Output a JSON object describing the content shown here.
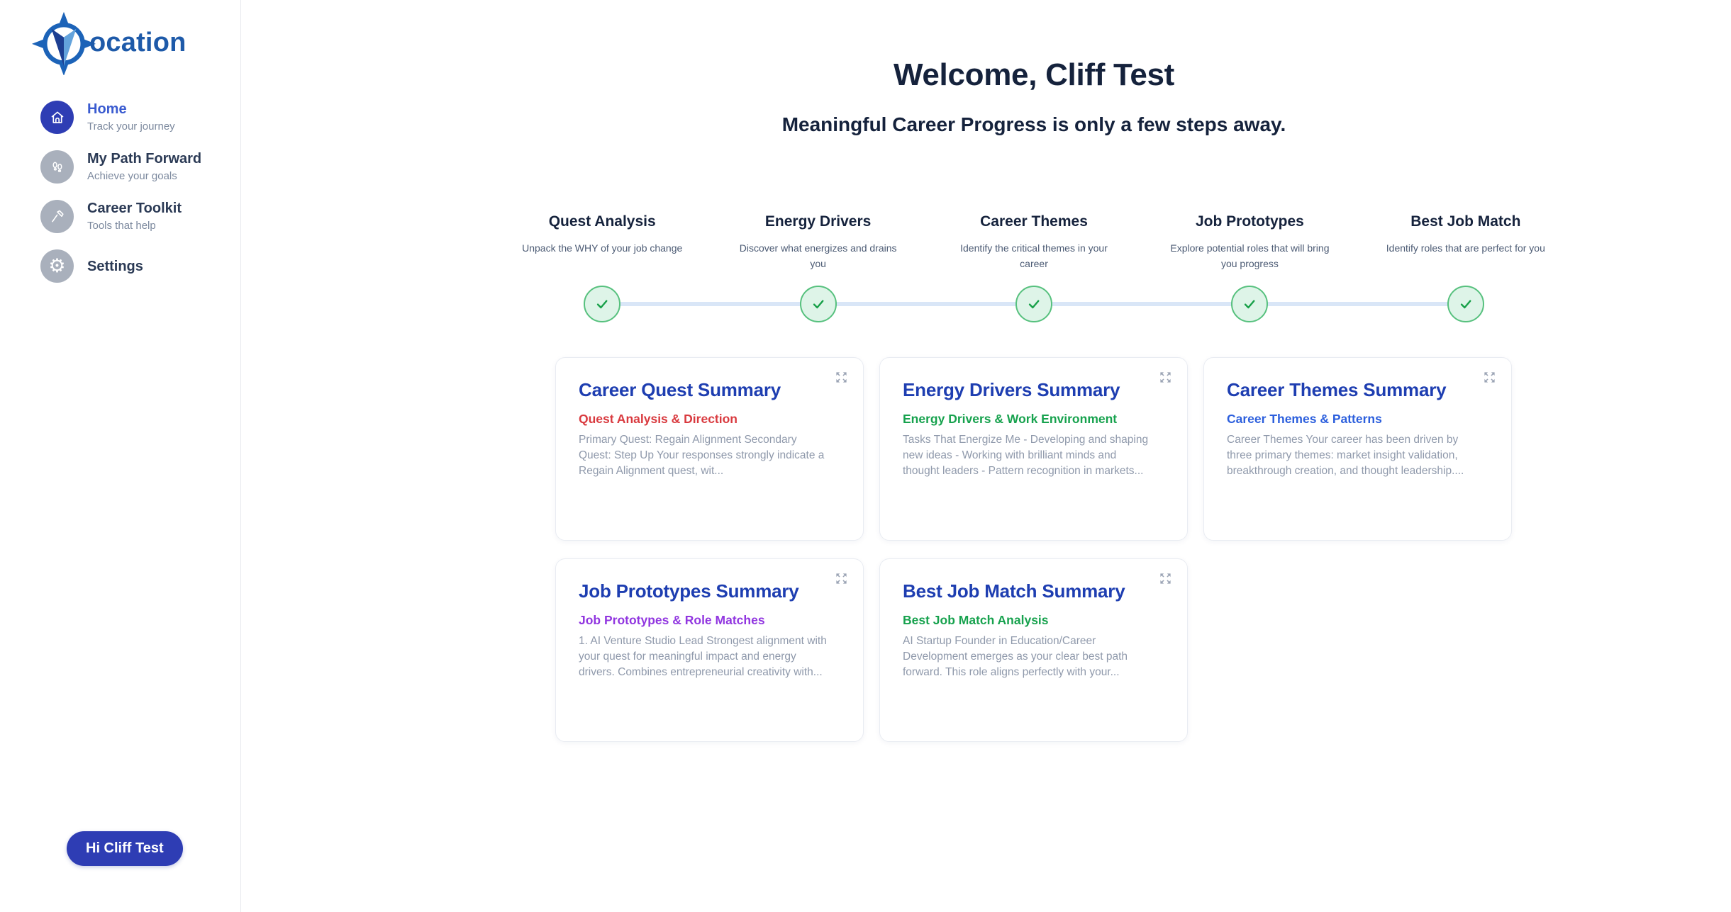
{
  "brand": {
    "wordmark_rest": "ocation",
    "logo_ring_color": "#1c63b8",
    "logo_needle_dark": "#1d3f92",
    "logo_needle_light": "#63a3dc",
    "wordmark_color": "#1e5aa9"
  },
  "sidebar": {
    "items": [
      {
        "label": "Home",
        "sublabel": "Track your journey",
        "icon": "home-icon",
        "active": true
      },
      {
        "label": "My Path Forward",
        "sublabel": "Achieve your goals",
        "icon": "footsteps-icon",
        "active": false
      },
      {
        "label": "Career Toolkit",
        "sublabel": "Tools that help",
        "icon": "hammer-icon",
        "active": false
      },
      {
        "label": "Settings",
        "sublabel": "",
        "icon": "gear-icon",
        "active": false
      }
    ],
    "user_button_label": "Hi Cliff Test"
  },
  "header": {
    "title": "Welcome, Cliff Test",
    "subtitle": "Meaningful Career Progress is only a few steps away."
  },
  "stepper": {
    "completed_count": 5,
    "steps": [
      {
        "title": "Quest Analysis",
        "description": "Unpack the WHY of your job change",
        "status": "complete"
      },
      {
        "title": "Energy Drivers",
        "description": "Discover what energizes and drains you",
        "status": "complete"
      },
      {
        "title": "Career Themes",
        "description": "Identify the critical themes in your career",
        "status": "complete"
      },
      {
        "title": "Job Prototypes",
        "description": "Explore potential roles that will bring you progress",
        "status": "complete"
      },
      {
        "title": "Best Job Match",
        "description": "Identify roles that are perfect for you",
        "status": "complete"
      }
    ]
  },
  "cards": [
    {
      "title": "Career Quest Summary",
      "subtitle": "Quest Analysis & Direction",
      "subtitle_color": "#d93a3f",
      "body": "Primary Quest: Regain Alignment Secondary Quest: Step Up Your responses strongly indicate a Regain Alignment quest, wit..."
    },
    {
      "title": "Energy Drivers Summary",
      "subtitle": "Energy Drivers & Work Environment",
      "subtitle_color": "#17a24e",
      "body": "Tasks That Energize Me - Developing and shaping new ideas - Working with brilliant minds and thought leaders - Pattern recognition in markets..."
    },
    {
      "title": "Career Themes Summary",
      "subtitle": "Career Themes & Patterns",
      "subtitle_color": "#2c5fdd",
      "body": "Career Themes Your career has been driven by three primary themes: market insight validation, breakthrough creation, and thought leadership...."
    },
    {
      "title": "Job Prototypes Summary",
      "subtitle": "Job Prototypes & Role Matches",
      "subtitle_color": "#9136e0",
      "body": "1. AI Venture Studio Lead Strongest alignment with your quest for meaningful impact and energy drivers. Combines entrepreneurial creativity with..."
    },
    {
      "title": "Best Job Match Summary",
      "subtitle": "Best Job Match Analysis",
      "subtitle_color": "#17a24e",
      "body": "AI Startup Founder in Education/Career Development emerges as your clear best path forward. This role aligns perfectly with your..."
    }
  ],
  "icons": {
    "gear_glyph": "⚙"
  },
  "colors": {
    "accent": "#2e3db4",
    "nav_active_label": "#3a5bd0",
    "card_title": "#1e3eb1",
    "check_border": "#57c17e",
    "check_bg": "#def4e8",
    "check_mark": "#18a049",
    "track": "#d9e6f7",
    "heading": "#15223c",
    "card_body_text": "#8f99ab",
    "step_desc_text": "#4c5b74",
    "inactive_icon_bg": "#a9b0bc"
  }
}
